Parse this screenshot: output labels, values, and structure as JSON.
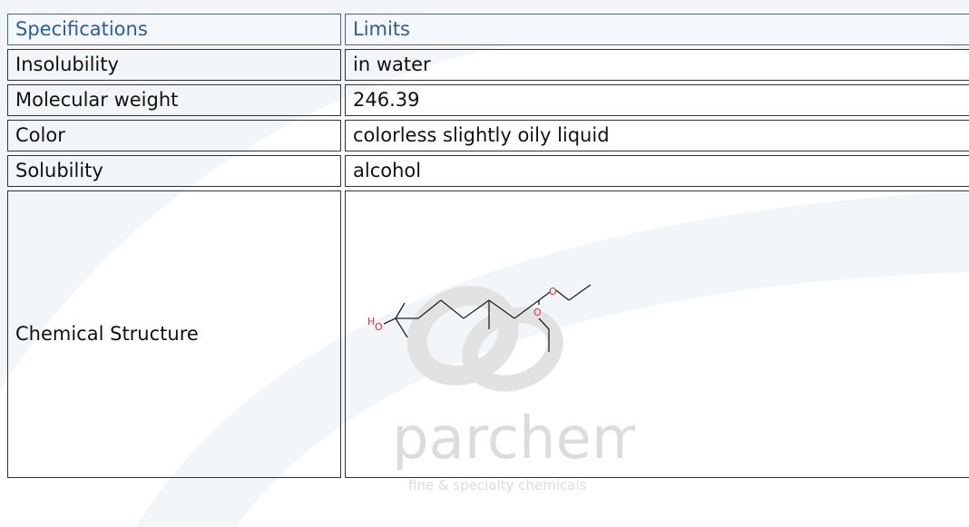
{
  "table": {
    "header": {
      "spec": "Specifications",
      "limits": "Limits"
    },
    "rows": [
      {
        "spec": "Insolubility",
        "limit": "in water"
      },
      {
        "spec": "Molecular weight",
        "limit": "246.39"
      },
      {
        "spec": "Color",
        "limit": "colorless slightly oily liquid"
      },
      {
        "spec": "Solubility",
        "limit": "alcohol"
      }
    ],
    "structure_row": {
      "spec": "Chemical Structure"
    }
  },
  "structure": {
    "atom_h": "H",
    "atom_o": "O"
  },
  "watermark": {
    "brand": "parchem",
    "tagline": "fine & specialty chemicals"
  },
  "colors": {
    "header_text": "#2d5d9a",
    "border": "#333333",
    "oxygen": "#e0302e",
    "watermark": "#d8d8d8"
  }
}
